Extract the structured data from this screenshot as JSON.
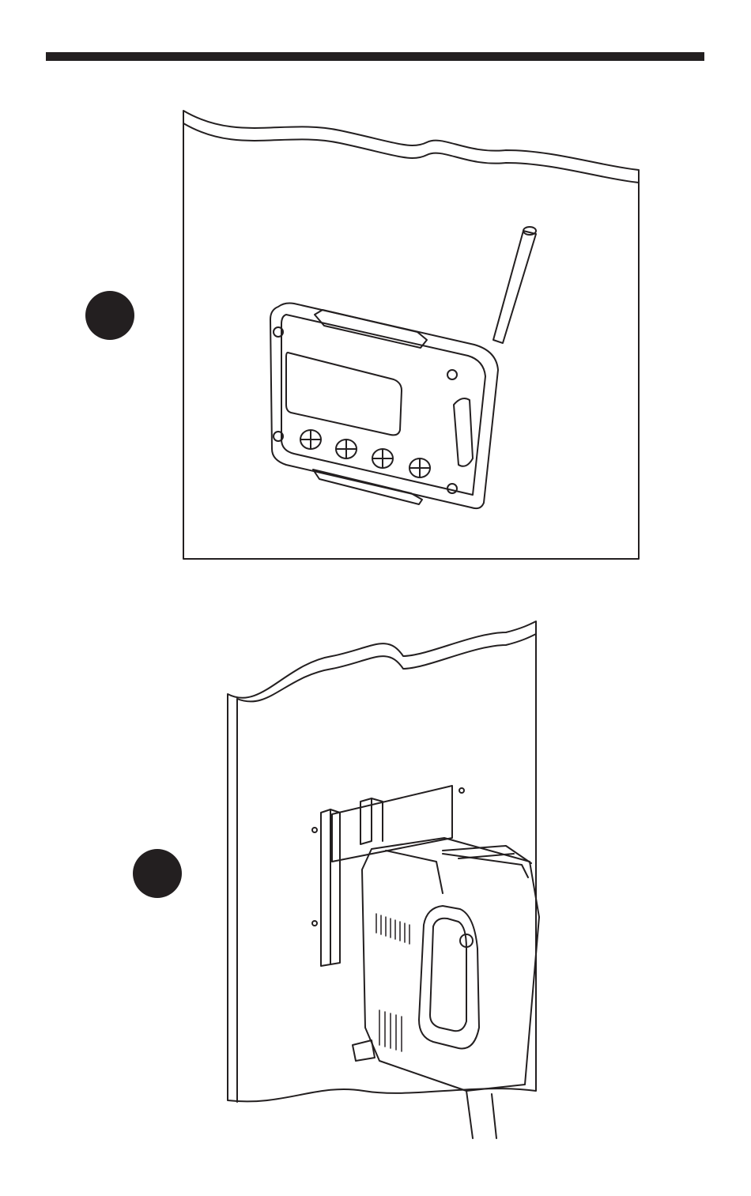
{
  "page": {
    "background_color": "#ffffff",
    "ink_color": "#231f20"
  },
  "figures": [
    {
      "icon": "wall-mounted-display-unit-with-antenna-illustration"
    },
    {
      "icon": "device-clipped-onto-wall-bracket-illustration"
    }
  ],
  "step_markers": [
    {
      "icon": "filled-circle-step-marker"
    },
    {
      "icon": "filled-circle-step-marker"
    }
  ]
}
